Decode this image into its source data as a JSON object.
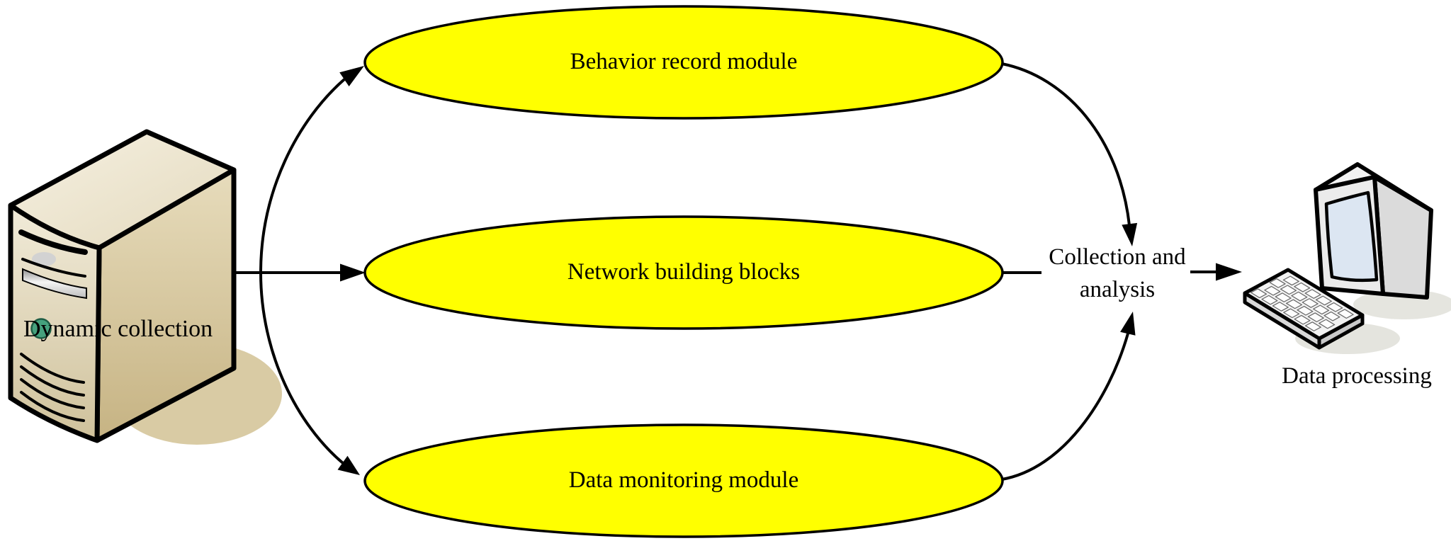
{
  "figure": {
    "source_node": {
      "label": "Dynamic collection"
    },
    "modules": [
      {
        "label": "Behavior record module"
      },
      {
        "label": "Network building blocks"
      },
      {
        "label": "Data monitoring module"
      }
    ],
    "hub": {
      "line1": "Collection and",
      "line2": "analysis"
    },
    "sink_node": {
      "label": "Data processing"
    },
    "colors": {
      "module_fill": "#ffff00",
      "module_stroke": "#000000",
      "arrow": "#000000",
      "server_body": "#d7c9a5",
      "server_shadow": "#d9cba4",
      "power_button": "#45a17d",
      "monitor_screen": "#dce6f2"
    }
  }
}
